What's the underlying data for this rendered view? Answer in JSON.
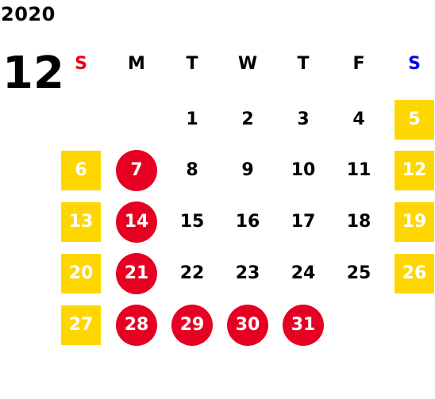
{
  "calendar": {
    "year": "2020",
    "month": "12",
    "weekdays": [
      "S",
      "M",
      "T",
      "W",
      "T",
      "F",
      "S"
    ],
    "weeks": [
      [
        "",
        "",
        "1",
        "2",
        "3",
        "4",
        "5"
      ],
      [
        "6",
        "7",
        "8",
        "9",
        "10",
        "11",
        "12"
      ],
      [
        "13",
        "14",
        "15",
        "16",
        "17",
        "18",
        "19"
      ],
      [
        "20",
        "21",
        "22",
        "23",
        "24",
        "25",
        "26"
      ],
      [
        "27",
        "28",
        "29",
        "30",
        "31",
        "",
        ""
      ]
    ],
    "highlighted_closed_days": [
      "7",
      "14",
      "21",
      "28",
      "29",
      "30",
      "31"
    ]
  },
  "colors": {
    "sunday_label": "#e60012",
    "saturday_label": "#0000e6",
    "weekend_box": "#fed700",
    "closed_circle": "#e60022",
    "default_text": "#000000",
    "highlight_text": "#ffffff"
  }
}
